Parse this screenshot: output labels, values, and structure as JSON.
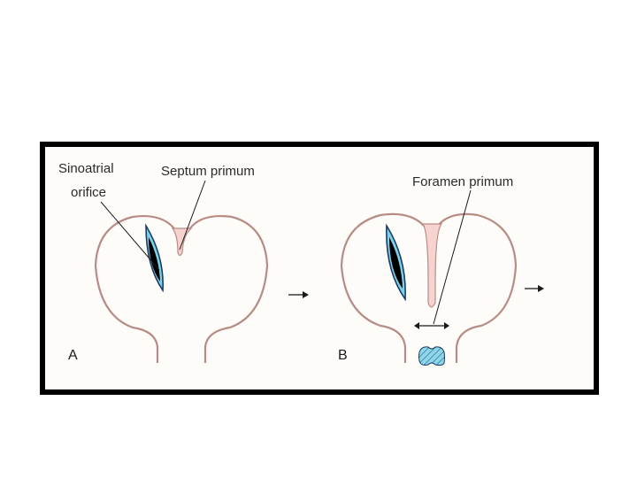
{
  "colors": {
    "frame": "#000000",
    "background": "#fdfcf9",
    "wall": "#b88b84",
    "septum_fill": "#f6d3cf",
    "orifice_outer": "#7fcfe8",
    "orifice_inner": "#000000",
    "cushion": "#7fcfe8"
  },
  "panel_a": {
    "letter": "A",
    "label_sinoatrial_line1": "Sinoatrial",
    "label_sinoatrial_line2": "orifice",
    "label_septum": "Septum primum"
  },
  "panel_b": {
    "letter": "B",
    "label_foramen": "Foramen primum"
  }
}
